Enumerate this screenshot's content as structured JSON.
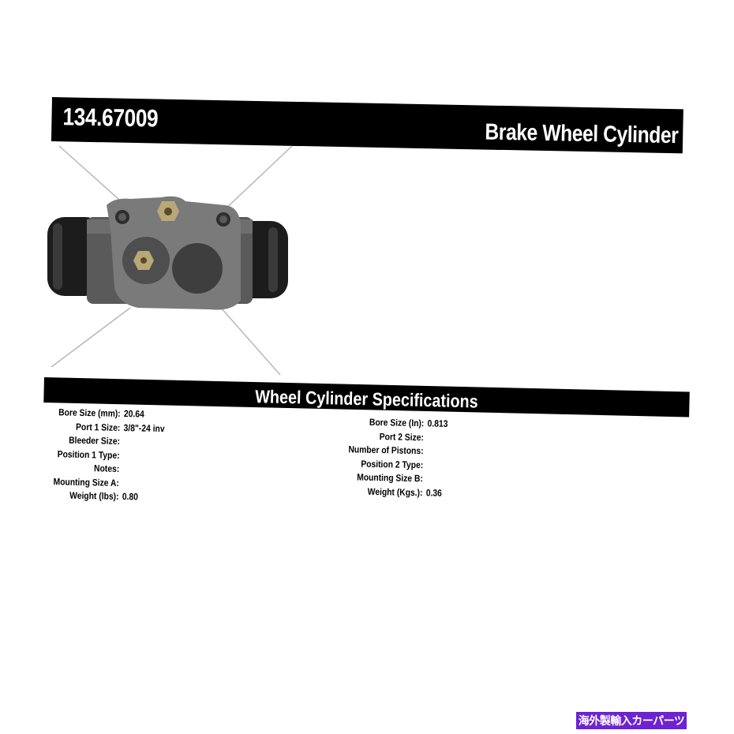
{
  "header": {
    "part_number": "134.67009",
    "part_title": "Brake Wheel Cylinder"
  },
  "specs": {
    "title": "Wheel Cylinder Specifications",
    "left": [
      {
        "label": "Bore Size (mm):",
        "value": "20.64"
      },
      {
        "label": "Port 1 Size:",
        "value": "3/8\"-24 inv"
      },
      {
        "label": "Bleeder Size:",
        "value": ""
      },
      {
        "label": "Position 1 Type:",
        "value": ""
      },
      {
        "label": "Notes:",
        "value": ""
      },
      {
        "label": "Mounting Size A:",
        "value": ""
      },
      {
        "label": "Weight (lbs):",
        "value": "0.80"
      }
    ],
    "right": [
      {
        "label": "Bore Size (In):",
        "value": "0.813"
      },
      {
        "label": "Port 2 Size:",
        "value": ""
      },
      {
        "label": "Number of Pistons:",
        "value": ""
      },
      {
        "label": "Position 2 Type:",
        "value": ""
      },
      {
        "label": "Mounting Size B:",
        "value": ""
      },
      {
        "label": "Weight (Kgs.):",
        "value": "0.36"
      }
    ]
  },
  "badge": {
    "text": "海外製輸入カーパーツ",
    "color": "#6d22d4"
  },
  "colors": {
    "bar": "#000000",
    "cylinder_body": "#5d5d5d",
    "rubber_boot": "#1c1c1c"
  }
}
